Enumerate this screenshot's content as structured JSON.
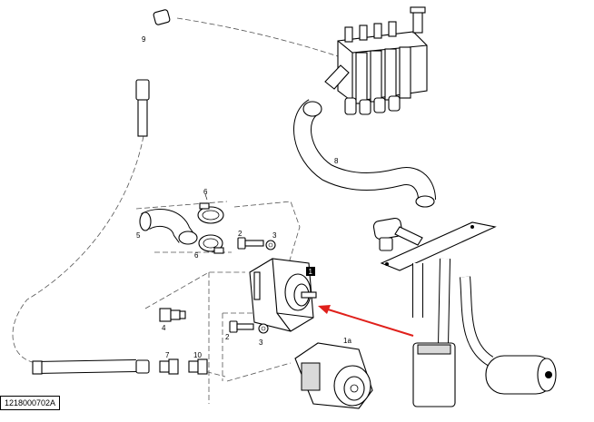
{
  "diagram": {
    "reference_code": "1218000702A",
    "highlight_color": "#e0201b",
    "callouts": {
      "hose_top_left": "9",
      "hose_main": "8",
      "clamp_upper": "6",
      "elbow_hose": "5",
      "clamp_lower": "6",
      "bolt_upper": "2",
      "washer_upper": "3",
      "pump_main": "1",
      "fitting_straight": "4",
      "bolt_lower": "2",
      "washer_lower": "3",
      "adapter_small": "7",
      "adapter_nut": "10",
      "pump_alt": "1a"
    }
  }
}
